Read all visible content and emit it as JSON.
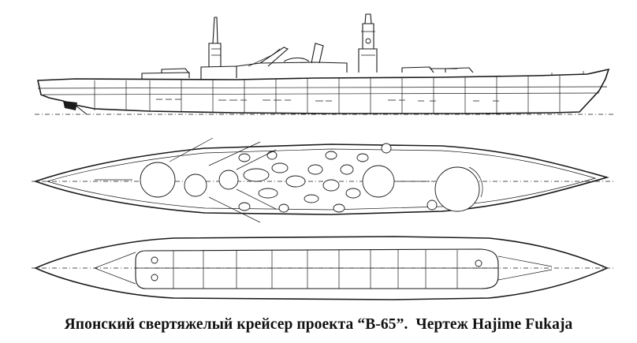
{
  "caption": {
    "main": "Японский свертяжелый крейсер проекта “B-65”.",
    "credit": "Чертеж Hajime Fukaja"
  },
  "views": [
    {
      "id": "side-profile"
    },
    {
      "id": "deck-plan"
    },
    {
      "id": "hull-plan"
    }
  ]
}
